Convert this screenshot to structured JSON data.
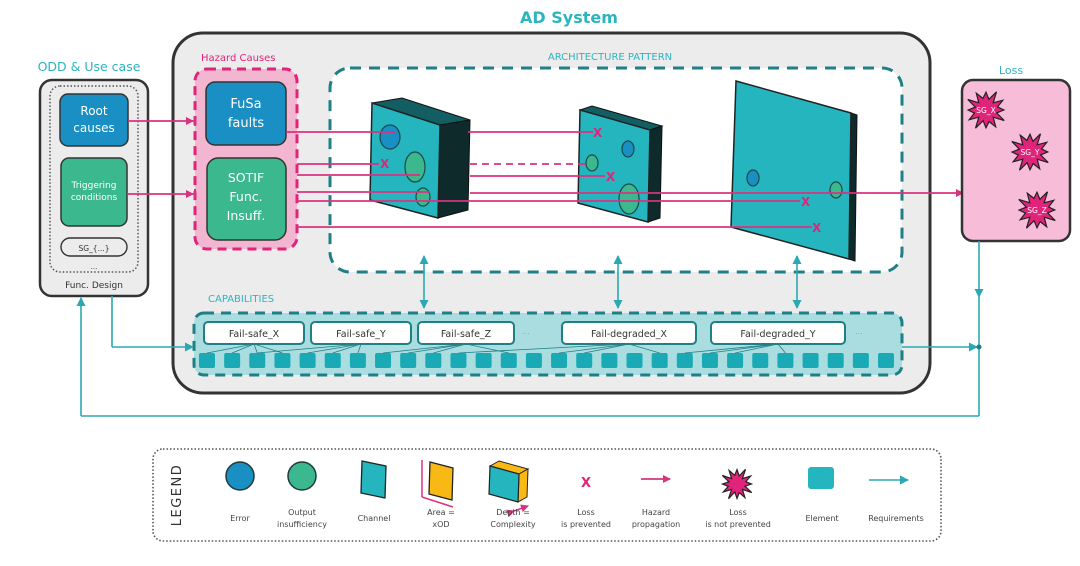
{
  "title": "AD System",
  "odd": {
    "heading": "ODD & Use case",
    "root_causes": [
      "Root",
      "causes"
    ],
    "triggering": [
      "Triggering",
      "conditions"
    ],
    "sg_pill": "SG_{...}",
    "ellipsis": "...",
    "footer": "Func. Design"
  },
  "hazard_causes": {
    "heading": "Hazard Causes",
    "fusa": [
      "FuSa",
      "faults"
    ],
    "sotif": [
      "SOTIF",
      "Func.",
      "Insuff."
    ]
  },
  "architecture": {
    "heading": "ARCHITECTURE PATTERN",
    "prevented_mark": "X"
  },
  "capabilities": {
    "heading": "CAPABILITIES",
    "items": [
      "Fail-safe_X",
      "Fail-safe_Y",
      "Fail-safe_Z",
      "Fail-degraded_X",
      "Fail-degraded_Y"
    ],
    "ellipsis": "...",
    "element_count": 28
  },
  "loss": {
    "heading": "Loss",
    "goals": [
      "SG_X",
      "SG_Y",
      "SG_Z"
    ]
  },
  "legend": {
    "title": "LEGEND",
    "items": [
      {
        "icon": "error-circle-icon",
        "label": [
          "Error"
        ]
      },
      {
        "icon": "output-insufficiency-circle-icon",
        "label": [
          "Output",
          "insufficiency"
        ]
      },
      {
        "icon": "channel-icon",
        "label": [
          "Channel"
        ]
      },
      {
        "icon": "area-icon",
        "label": [
          "Area =",
          "xOD"
        ]
      },
      {
        "icon": "depth-icon",
        "label": [
          "Depth =",
          "Complexity"
        ]
      },
      {
        "icon": "x-mark-icon",
        "label": [
          "Loss",
          "is prevented"
        ]
      },
      {
        "icon": "pink-arrow-icon",
        "label": [
          "Hazard",
          "propagation"
        ]
      },
      {
        "icon": "starburst-icon",
        "label": [
          "Loss",
          "is not prevented"
        ]
      },
      {
        "icon": "element-square-icon",
        "label": [
          "Element"
        ]
      },
      {
        "icon": "teal-arrow-icon",
        "label": [
          "Requirements"
        ]
      }
    ]
  },
  "colors": {
    "teal": "#2bb5bf",
    "dark_teal": "#1e7f86",
    "pink": "#d8337f",
    "magenta": "#e0247a",
    "error_blue": "#1a8fc4",
    "output_green": "#3cb88e",
    "loss_bg": "#f7bcd8",
    "system_bg": "#ececec",
    "orange": "#f9b914"
  }
}
